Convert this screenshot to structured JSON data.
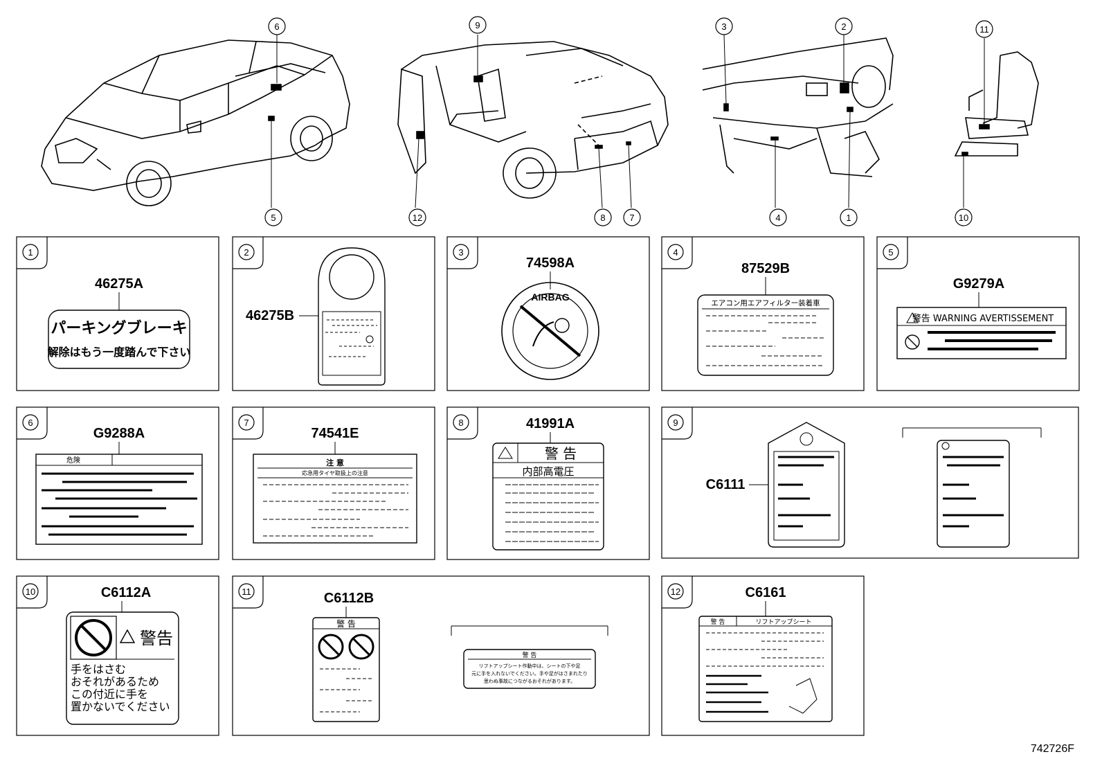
{
  "callouts_top": {
    "c6": "6",
    "c5": "5",
    "c9": "9",
    "c12": "12",
    "c8": "8",
    "c7": "7",
    "c3": "3",
    "c2": "2",
    "c4": "4",
    "c1": "1",
    "c11": "11",
    "c10": "10"
  },
  "panels": [
    {
      "index": "1",
      "code": "46275A",
      "text_line1": "パーキングブレーキ",
      "text_line2": "解除はもう一度踏んで下さい"
    },
    {
      "index": "2",
      "code": "46275B"
    },
    {
      "index": "3",
      "code": "74598A",
      "ring_text": "AIRBAG"
    },
    {
      "index": "4",
      "code": "87529B",
      "header": "エアコン用エアフィルター装着車"
    },
    {
      "index": "5",
      "code": "G9279A",
      "header": "警告 WARNING AVERTISSEMENT"
    },
    {
      "index": "6",
      "code": "G9288A",
      "header": "危険"
    },
    {
      "index": "7",
      "code": "74541E",
      "header": "注 意",
      "subheader": "応急用タイヤ取扱上の注意"
    },
    {
      "index": "8",
      "code": "41991A",
      "header": "警 告",
      "subheader": "内部高電圧"
    },
    {
      "index": "9",
      "code": "C6111"
    },
    {
      "index": "10",
      "code": "C6112A",
      "header": "警告",
      "body_lines": [
        "手をはさむ",
        "おそれがあるため",
        "この付近に手を",
        "置かないでください"
      ]
    },
    {
      "index": "11",
      "code": "C6112B",
      "header": "警 告",
      "header2": "警 告",
      "body_lines": [
        "リフトアップシート作動中は、シートの下や足",
        "元に手を入れないでください。手や足がはさまれたり",
        "思わぬ事故につながるおそれがあります。"
      ]
    },
    {
      "index": "12",
      "code": "C6161",
      "header": "警 告",
      "header_right": "リフトアップシート"
    }
  ],
  "footer_code": "742726F"
}
